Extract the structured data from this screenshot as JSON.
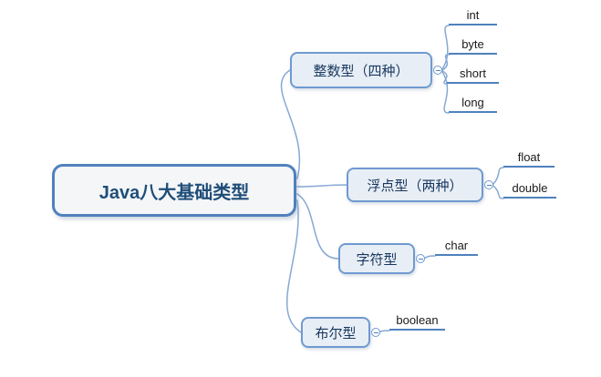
{
  "root": {
    "label": "Java八大基础类型"
  },
  "branches": [
    {
      "label": "整数型（四种）",
      "children": [
        "int",
        "byte",
        "short",
        "long"
      ]
    },
    {
      "label": "浮点型（两种）",
      "children": [
        "float",
        "double"
      ]
    },
    {
      "label": "字符型",
      "children": [
        "char"
      ]
    },
    {
      "label": "布尔型",
      "children": [
        "boolean"
      ]
    }
  ],
  "colors": {
    "root_border": "#4f81bd",
    "branch_border": "#6f9ad0",
    "branch_fill": "#e8eef6",
    "connector": "#85a8d5",
    "leaf_underline": "#4f81bd",
    "root_text": "#1f4e79",
    "branch_text": "#17375e"
  }
}
